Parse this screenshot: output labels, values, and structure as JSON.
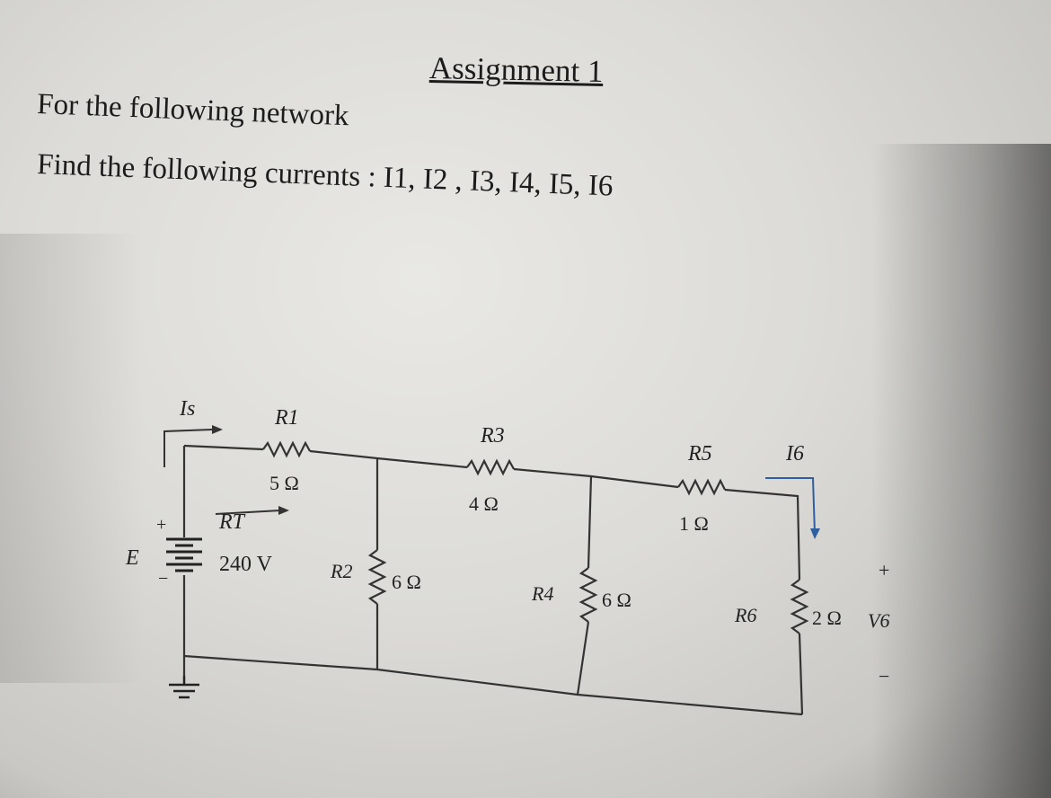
{
  "document": {
    "title": "Assignment 1",
    "instruction_1": "For the following network",
    "instruction_2": "Find the following currents : I1, I2 , I3, I4, I5, I6"
  },
  "circuit": {
    "source": {
      "label": "E",
      "value": "240 V",
      "plus": "+",
      "minus": "−"
    },
    "current_labels": {
      "is": "Is",
      "rt": "RT",
      "i6": "I6"
    },
    "resistors": [
      {
        "name": "R1",
        "value": "5 Ω"
      },
      {
        "name": "R2",
        "value": "6 Ω"
      },
      {
        "name": "R3",
        "value": "4 Ω"
      },
      {
        "name": "R4",
        "value": "6 Ω"
      },
      {
        "name": "R5",
        "value": "1 Ω"
      },
      {
        "name": "R6",
        "value": "2 Ω"
      }
    ],
    "voltage_label": {
      "name": "V6",
      "plus": "+",
      "minus": "−"
    }
  }
}
